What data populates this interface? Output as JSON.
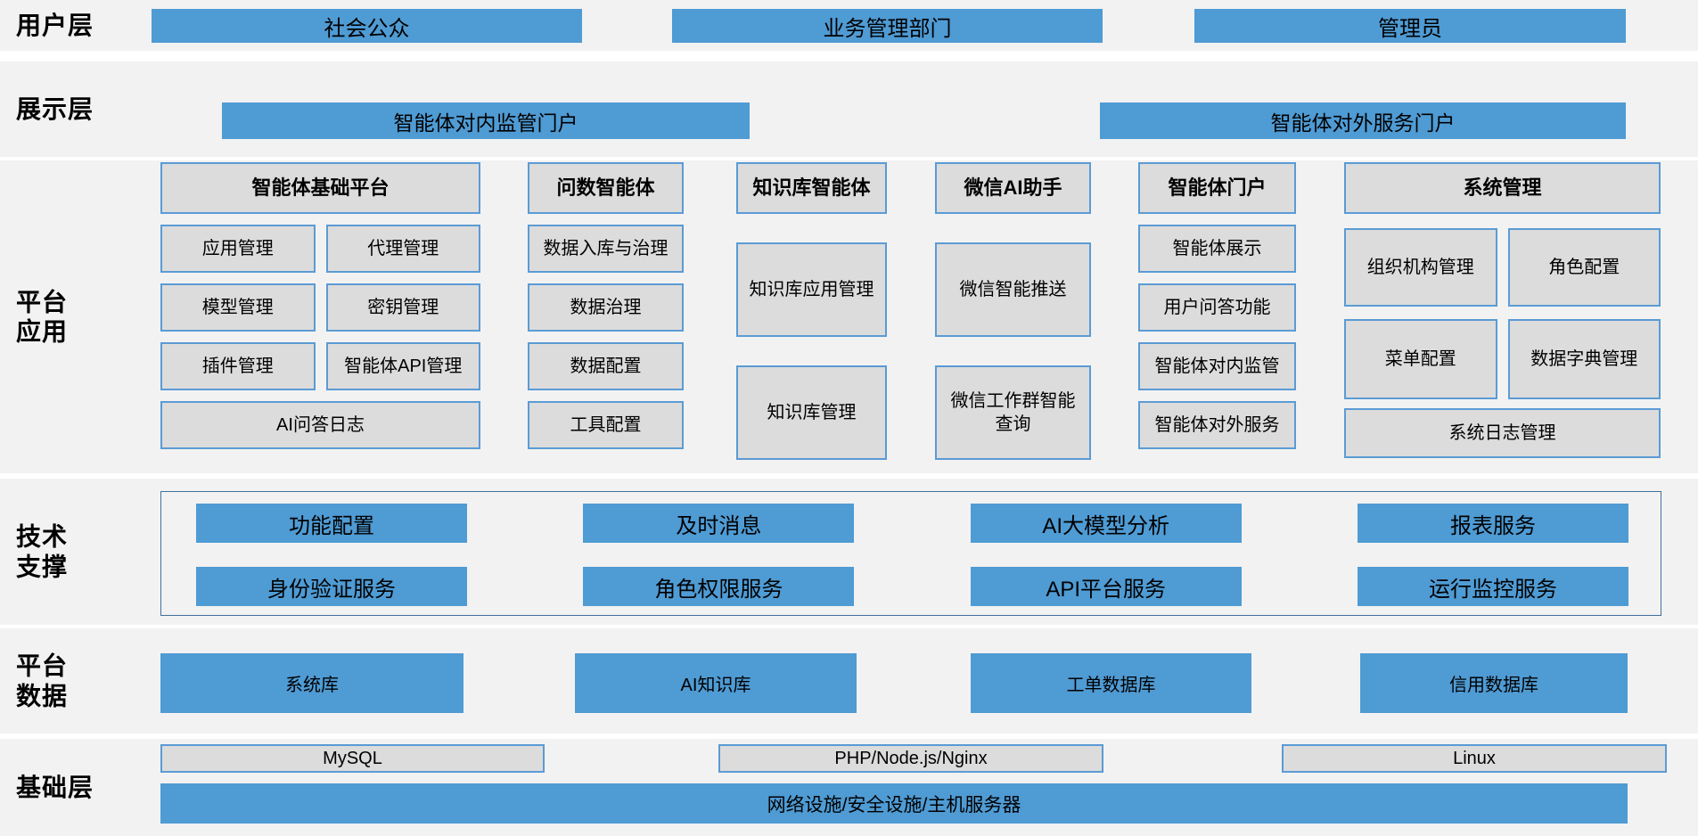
{
  "colors": {
    "accent_blue": "#4F9BD4",
    "box_gray": "#DCDCDC",
    "border_blue": "#5B9BD5",
    "band_bg": "#F2F2F2",
    "frame_border": "#41719C"
  },
  "layers": {
    "user": {
      "label": "用户层",
      "boxes": [
        "社会公众",
        "业务管理部门",
        "管理员"
      ]
    },
    "display": {
      "label": "展示层",
      "boxes": [
        "智能体对内监管门户",
        "智能体对外服务门户"
      ]
    },
    "platform_app": {
      "label": "平台应用",
      "columns": [
        {
          "header": "智能体基础平台",
          "items": [
            "应用管理",
            "代理管理",
            "模型管理",
            "密钥管理",
            "插件管理",
            "智能体API管理"
          ],
          "footer": "AI问答日志"
        },
        {
          "header": "问数智能体",
          "items": [
            "数据入库与治理",
            "数据治理",
            "数据配置",
            "工具配置"
          ]
        },
        {
          "header": "知识库智能体",
          "items": [
            "知识库应用管理",
            "知识库管理"
          ]
        },
        {
          "header": "微信AI助手",
          "items": [
            "微信智能推送",
            "微信工作群智能查询"
          ]
        },
        {
          "header": "智能体门户",
          "items": [
            "智能体展示",
            "用户问答功能",
            "智能体对内监管",
            "智能体对外服务"
          ]
        },
        {
          "header": "系统管理",
          "items": [
            "组织机构管理",
            "角色配置",
            "菜单配置",
            "数据字典管理"
          ],
          "footer": "系统日志管理"
        }
      ]
    },
    "tech_support": {
      "label": "技术支撑",
      "rows": [
        [
          "功能配置",
          "及时消息",
          "AI大模型分析",
          "报表服务"
        ],
        [
          "身份验证服务",
          "角色权限服务",
          "API平台服务",
          "运行监控服务"
        ]
      ]
    },
    "platform_data": {
      "label": "平台数据",
      "boxes": [
        "系统库",
        "AI知识库",
        "工单数据库",
        "信用数据库"
      ]
    },
    "infrastructure": {
      "label": "基础层",
      "tech_boxes": [
        "MySQL",
        "PHP/Node.js/Nginx",
        "Linux"
      ],
      "base_box": "网络设施/安全设施/主机服务器"
    }
  }
}
